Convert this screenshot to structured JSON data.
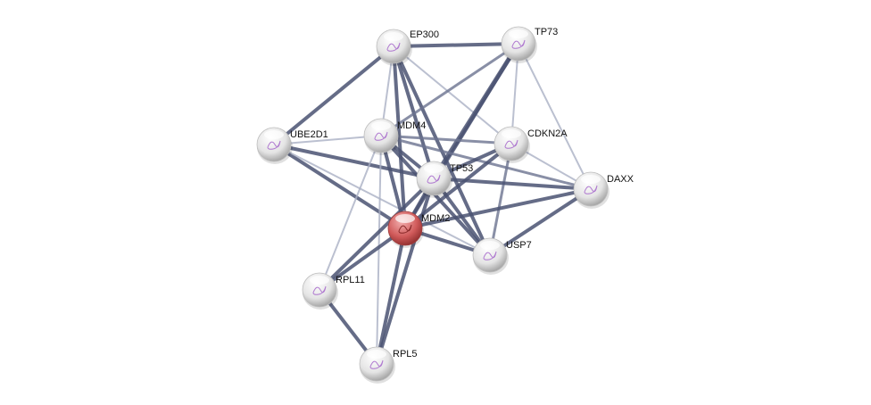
{
  "nodes": [
    {
      "id": "EP300",
      "label": "EP300",
      "query": false
    },
    {
      "id": "TP73",
      "label": "TP73",
      "query": false
    },
    {
      "id": "UBE2D1",
      "label": "UBE2D1",
      "query": false
    },
    {
      "id": "MDM4",
      "label": "MDM4",
      "query": false
    },
    {
      "id": "CDKN2A",
      "label": "CDKN2A",
      "query": false
    },
    {
      "id": "TP53",
      "label": "TP53",
      "query": false
    },
    {
      "id": "DAXX",
      "label": "DAXX",
      "query": false
    },
    {
      "id": "MDM2",
      "label": "MDM2",
      "query": true
    },
    {
      "id": "USP7",
      "label": "USP7",
      "query": false
    },
    {
      "id": "RPL11",
      "label": "RPL11",
      "query": false
    },
    {
      "id": "RPL5",
      "label": "RPL5",
      "query": false
    }
  ],
  "edges": [
    [
      "EP300",
      "TP73",
      3
    ],
    [
      "EP300",
      "UBE2D1",
      3
    ],
    [
      "EP300",
      "MDM4",
      1
    ],
    [
      "EP300",
      "MDM2",
      3
    ],
    [
      "EP300",
      "TP53",
      3
    ],
    [
      "EP300",
      "USP7",
      3
    ],
    [
      "EP300",
      "CDKN2A",
      1
    ],
    [
      "TP73",
      "MDM4",
      2
    ],
    [
      "TP73",
      "TP53",
      4
    ],
    [
      "TP73",
      "MDM2",
      3
    ],
    [
      "TP73",
      "CDKN2A",
      1
    ],
    [
      "TP73",
      "DAXX",
      1
    ],
    [
      "UBE2D1",
      "MDM4",
      1
    ],
    [
      "UBE2D1",
      "TP53",
      3
    ],
    [
      "UBE2D1",
      "MDM2",
      3
    ],
    [
      "UBE2D1",
      "USP7",
      1
    ],
    [
      "MDM4",
      "CDKN2A",
      2
    ],
    [
      "MDM4",
      "TP53",
      3
    ],
    [
      "MDM4",
      "MDM2",
      3
    ],
    [
      "MDM4",
      "USP7",
      3
    ],
    [
      "MDM4",
      "DAXX",
      2
    ],
    [
      "MDM4",
      "RPL11",
      1
    ],
    [
      "MDM4",
      "RPL5",
      1
    ],
    [
      "CDKN2A",
      "TP53",
      3
    ],
    [
      "CDKN2A",
      "MDM2",
      3
    ],
    [
      "CDKN2A",
      "USP7",
      2
    ],
    [
      "CDKN2A",
      "DAXX",
      1
    ],
    [
      "TP53",
      "DAXX",
      3
    ],
    [
      "TP53",
      "MDM2",
      3
    ],
    [
      "TP53",
      "USP7",
      3
    ],
    [
      "TP53",
      "RPL11",
      3
    ],
    [
      "TP53",
      "RPL5",
      3
    ],
    [
      "MDM2",
      "DAXX",
      3
    ],
    [
      "MDM2",
      "USP7",
      3
    ],
    [
      "MDM2",
      "RPL11",
      3
    ],
    [
      "MDM2",
      "RPL5",
      3
    ],
    [
      "RPL11",
      "RPL5",
      3
    ],
    [
      "USP7",
      "DAXX",
      3
    ]
  ],
  "colors": {
    "node": "#e8e8e8",
    "query_node": "#d05a5a",
    "edge_strong": "#4a5272",
    "edge_weak": "#aab0c4"
  }
}
